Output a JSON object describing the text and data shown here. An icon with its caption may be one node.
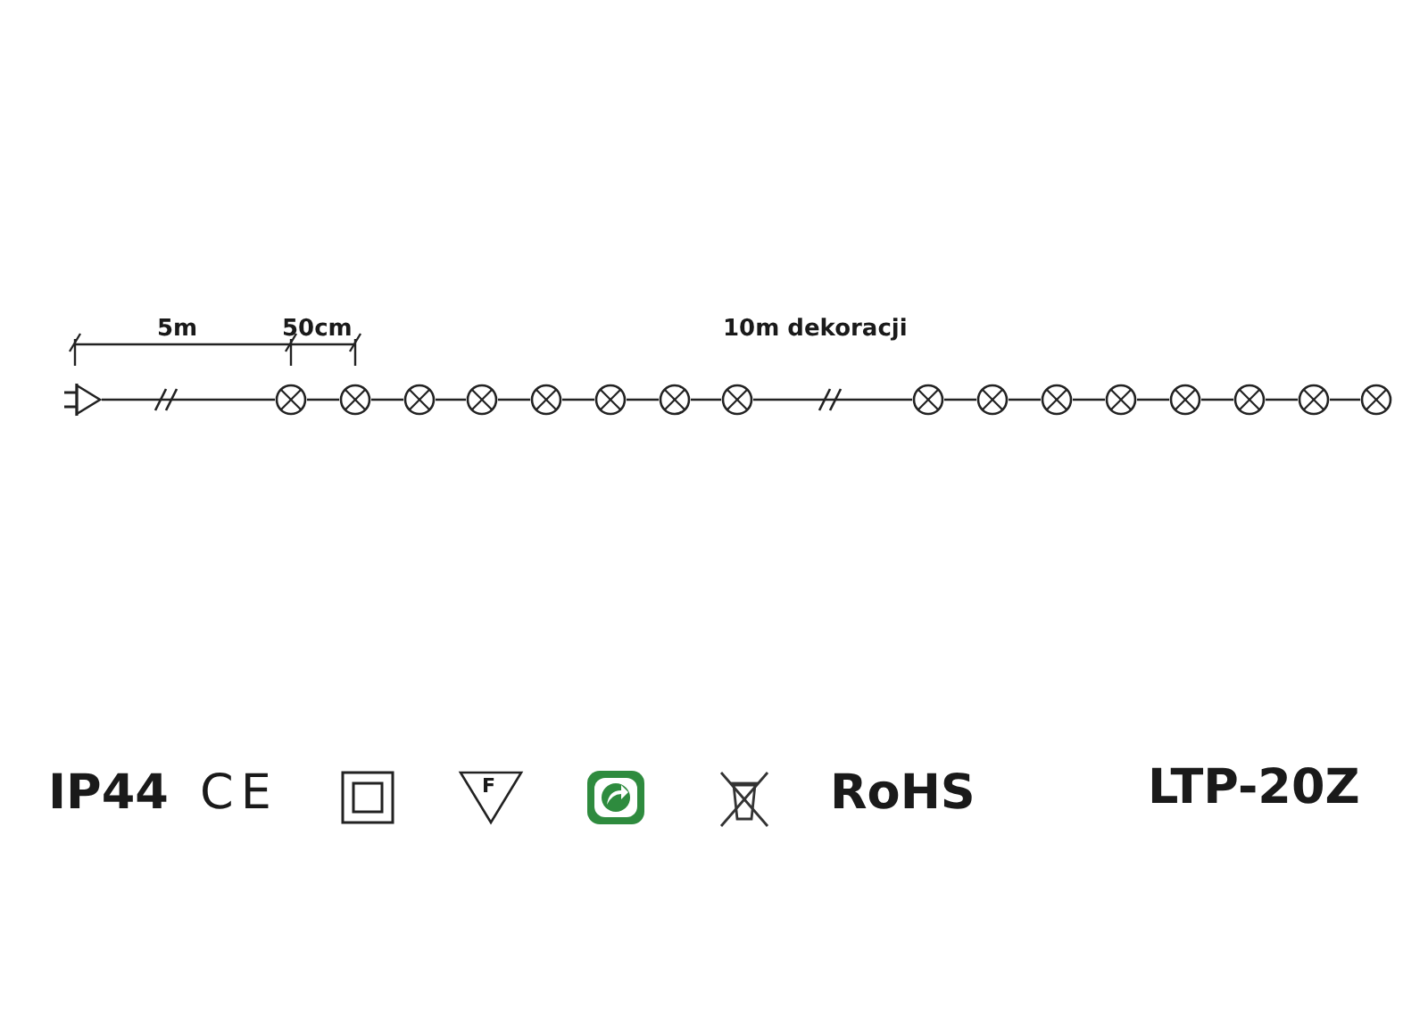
{
  "diagram": {
    "nodes": [
      {
        "text": [],
        "shape": "picture"
      },
      {
        "text": [],
        "shape": "circle"
      },
      {
        "text": [],
        "shape": "circle"
      },
      {
        "text": [],
        "shape": "circle"
      },
      {
        "text": [],
        "shape": "circle"
      },
      {
        "text": [],
        "shape": "circle"
      },
      {
        "text": [],
        "shape": "circle"
      },
      {
        "text": [],
        "shape": "circle"
      },
      {
        "text": [],
        "shape": "circle"
      },
      {
        "text": [],
        "shape": "circle"
      },
      {
        "text": [],
        "shape": "circle"
      },
      {
        "text": [],
        "shape": "circle"
      },
      {
        "text": [],
        "shape": "circle"
      },
      {
        "text": [],
        "shape": "circle"
      },
      {
        "text": [],
        "shape": "circle"
      },
      {
        "text": [],
        "shape": "circle"
      },
      {
        "text": [],
        "shape": "circle"
      }
    ],
    "edges": [
      {
        "from": 0,
        "to": 1,
        "arrow": "none"
      },
      {
        "from": 1,
        "to": 2,
        "arrow": "none"
      },
      {
        "from": 2,
        "to": 3,
        "arrow": "none"
      },
      {
        "from": 3,
        "to": 4,
        "arrow": "none"
      },
      {
        "from": 4,
        "to": 5,
        "arrow": "none"
      },
      {
        "from": 5,
        "to": 6,
        "arrow": "none"
      },
      {
        "from": 6,
        "to": 7,
        "arrow": "none"
      },
      {
        "from": 7,
        "to": 8,
        "arrow": "none"
      },
      {
        "from": 8,
        "to": 9,
        "arrow": "none"
      },
      {
        "from": 9,
        "to": 10,
        "arrow": "none"
      },
      {
        "from": 10,
        "to": 11,
        "arrow": "none"
      },
      {
        "from": 11,
        "to": 12,
        "arrow": "none"
      },
      {
        "from": 12,
        "to": 13,
        "arrow": "none"
      },
      {
        "from": 13,
        "to": 14,
        "arrow": "none"
      },
      {
        "from": 14,
        "to": 15,
        "arrow": "none"
      },
      {
        "from": 15,
        "to": 16,
        "arrow": "none"
      }
    ],
    "labels": [
      "5m",
      "50cm",
      "10m dekoracji",
      "IP44",
      "CE",
      "F",
      "RoHS",
      "LTP-20Z"
    ]
  }
}
